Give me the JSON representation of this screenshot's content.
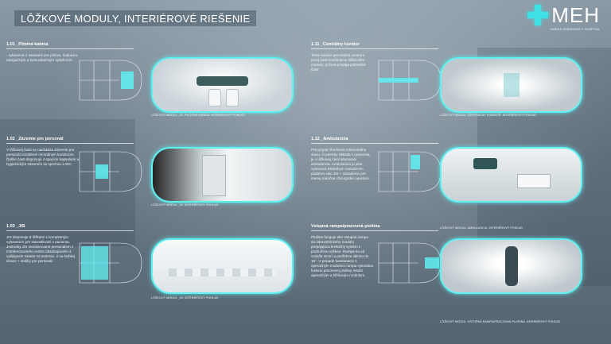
{
  "title": "LÔŽKOVÉ MODULY, INTERIÉROVÉ RIEŠENIE",
  "logo": {
    "word": "MEH",
    "subtitle": "MOBILE EMERGENCY HOSPITAL"
  },
  "sections": [
    {
      "heading": "1.01 _Pilotná kabína",
      "text": "- vybavená 2 miestami pre pilotov, riadiacim, navigačným a komunikačným systémom.",
      "caption": "LÔŽKOVÝ MODUL _01. PILOTNÁ KABÍNA. INTERIÉROVÝ POHĽAD"
    },
    {
      "heading": "1.02 _Zázemie pre personál",
      "text": "V lôžkovej časti sa nachádza zázemie pre personál rozdelené centrálnym koridorom. Ďalšie časti disponujú 4 spacími kapsulami a hygienickým zázemím so sprchou a WC.",
      "caption": "LÔŽKOVÝ MODUL _02. INTERIÉROVÝ POHĽAD"
    },
    {
      "heading": "1.03 _JIS",
      "text": "JIS disponuje 8 lôžkami s kompletným vybavením pre starostlivosť o pacienta. Jednotky JIS monitorované personálom z monitorovacieho centra obsahujúceho 4 vyklápacie miesta na sedenie, 2 na každej strane + stoliky pre personál.",
      "caption": "LÔŽKOVÝ MODUL _03. INTERIÉROVÝ POHĽAD"
    },
    {
      "heading": "1.11 _Centrálny koridor",
      "text": "Tento koridor prechádza centrom prvej časti konštrukcie lôžkového modulu, pričom prepája jednotlivé časti.",
      "caption": "LÔŽKOVÝ MODUL. CENTRÁLNY KORIDOR. INTERIÉROVÝ POHĽAD"
    },
    {
      "heading": "1.12 _Ambulancia",
      "text": "Pre prípad zhoršenia zdravotného stavu, či potreby zákroku u pacienta, je v lôžkovej časti situovaná ambulancia. Ambulancia je plne vybavená lekárskym zariadením podobne ako JIS + zariadenie pre menej náročné chirurgické operácie.",
      "caption": "LÔŽKOVÝ MODUL. AMBULANCIA. INTERIÉROVÝ POHĽAD"
    },
    {
      "heading": "Vstupná rampa/pracovná plošina",
      "text": "Plošina funguje ako vstupná rampa do zdravotníckeho modulu prepájajúca levitačný systém s podružnou výškou. Rampa sa od vozidla otvorí a podľahne sklonu do 15°. V prípade kombinácie s operačným modulom rampa vykonáva funkciu pracovnej plošiny medzi operačným a lôžkovým modulom.",
      "caption": "LÔŽKOVÝ MODUL. VSTUPNÁ RAMPA/PRACOVNÁ PLOŠINA. INTERIÉROVÝ POHĽAD"
    }
  ],
  "colors": {
    "accent": "#5ff0f2",
    "panel": "#6c7b88"
  }
}
